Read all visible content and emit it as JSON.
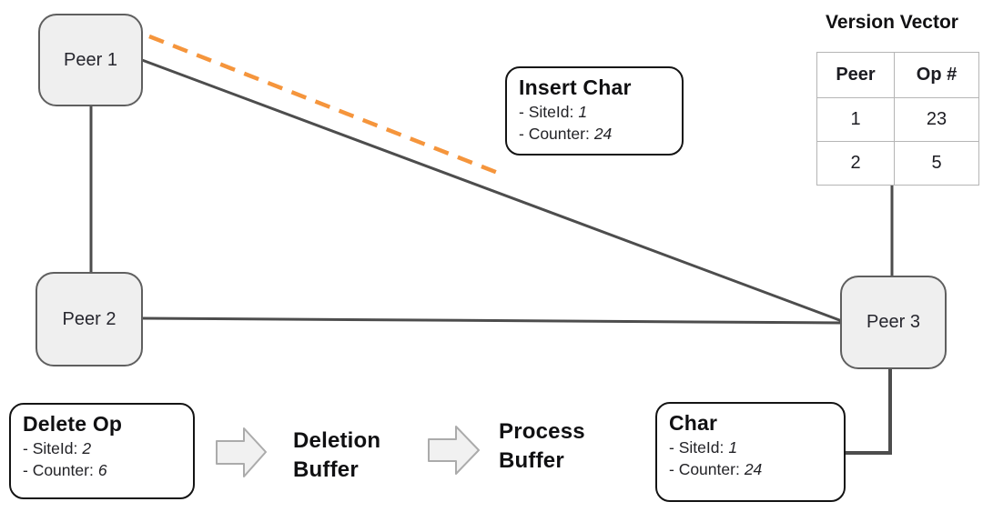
{
  "colors": {
    "connector": "#4d4d4d",
    "dashed_orange": "#f5953c",
    "peer_fill": "#efefef",
    "peer_border": "#5f5f5f",
    "note_border": "#141414",
    "table_border": "#b5b5b5",
    "arrow_fill": "#f1f1f1",
    "arrow_stroke": "#ababab",
    "text": "#1d1d1f",
    "bg": "#ffffff"
  },
  "peers": [
    {
      "label": "Peer 1"
    },
    {
      "label": "Peer 2"
    },
    {
      "label": "Peer 3"
    }
  ],
  "insert_char": {
    "title": "Insert Char",
    "fields": [
      {
        "label": "- SiteId:",
        "value": "1"
      },
      {
        "label": "- Counter:",
        "value": "24"
      }
    ]
  },
  "delete_op": {
    "title": "Delete Op",
    "fields": [
      {
        "label": "- SiteId:",
        "value": "2"
      },
      {
        "label": "- Counter:",
        "value": "6"
      }
    ]
  },
  "char_box": {
    "title": "Char",
    "fields": [
      {
        "label": "- SiteId:",
        "value": "1"
      },
      {
        "label": "- Counter:",
        "value": "24"
      }
    ]
  },
  "version_vector": {
    "title": "Version Vector",
    "headers": [
      "Peer",
      "Op #"
    ],
    "rows": [
      [
        "1",
        "23"
      ],
      [
        "2",
        "5"
      ]
    ]
  },
  "flow": {
    "deletion_buffer": "Deletion Buffer",
    "process_buffer": "Process Buffer"
  }
}
